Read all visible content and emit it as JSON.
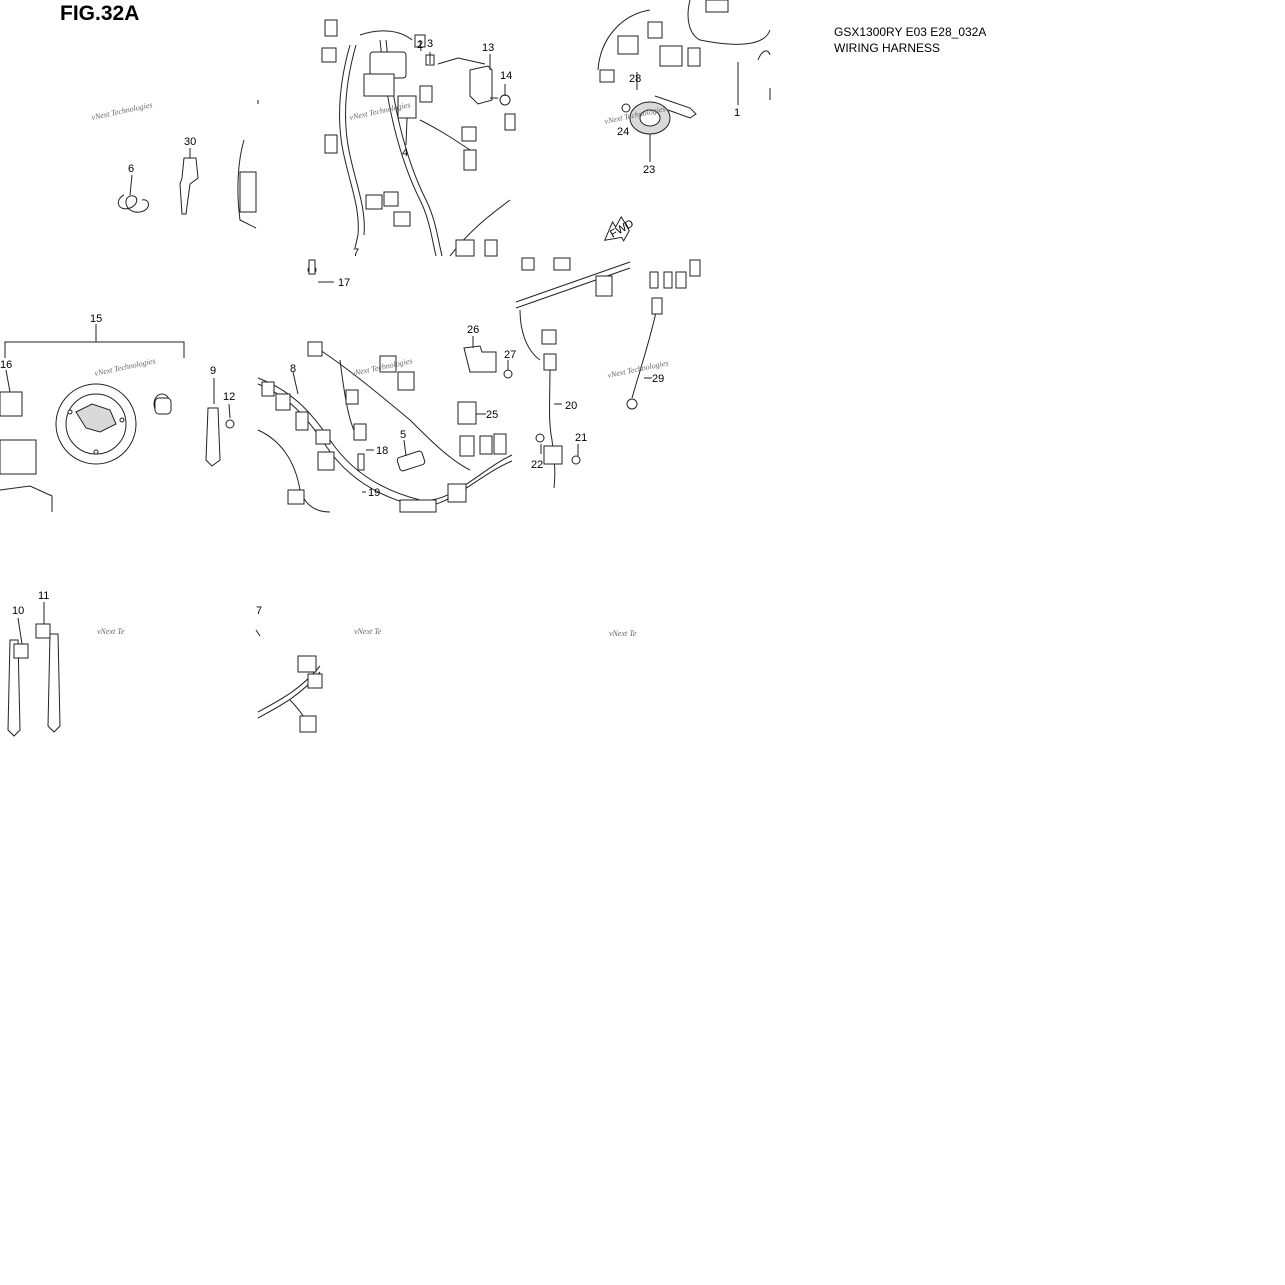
{
  "figure": {
    "label": "FIG.32A",
    "model_code": "GSX1300RY E03 E28_032A",
    "section_title": "WIRING HARNESS"
  },
  "fwd_arrow_label": "FWD",
  "watermark_text": "vNext Technologies",
  "watermark_partial": "vNext Te",
  "callouts": [
    {
      "id": "1",
      "label": "1"
    },
    {
      "id": "2",
      "label": "2"
    },
    {
      "id": "3",
      "label": "3"
    },
    {
      "id": "4",
      "label": "4"
    },
    {
      "id": "5",
      "label": "5"
    },
    {
      "id": "6",
      "label": "6"
    },
    {
      "id": "7",
      "label": "7"
    },
    {
      "id": "7b",
      "label": "7"
    },
    {
      "id": "8",
      "label": "8"
    },
    {
      "id": "9",
      "label": "9"
    },
    {
      "id": "10",
      "label": "10"
    },
    {
      "id": "11",
      "label": "11"
    },
    {
      "id": "12",
      "label": "12"
    },
    {
      "id": "13",
      "label": "13"
    },
    {
      "id": "14",
      "label": "14"
    },
    {
      "id": "15",
      "label": "15"
    },
    {
      "id": "16",
      "label": "16"
    },
    {
      "id": "17",
      "label": "17"
    },
    {
      "id": "18",
      "label": "18"
    },
    {
      "id": "19",
      "label": "19"
    },
    {
      "id": "20",
      "label": "20"
    },
    {
      "id": "21",
      "label": "21"
    },
    {
      "id": "22",
      "label": "22"
    },
    {
      "id": "23",
      "label": "23"
    },
    {
      "id": "24",
      "label": "24"
    },
    {
      "id": "25",
      "label": "25"
    },
    {
      "id": "26",
      "label": "26"
    },
    {
      "id": "27",
      "label": "27"
    },
    {
      "id": "28",
      "label": "28"
    },
    {
      "id": "29",
      "label": "29"
    },
    {
      "id": "30",
      "label": "30"
    }
  ]
}
